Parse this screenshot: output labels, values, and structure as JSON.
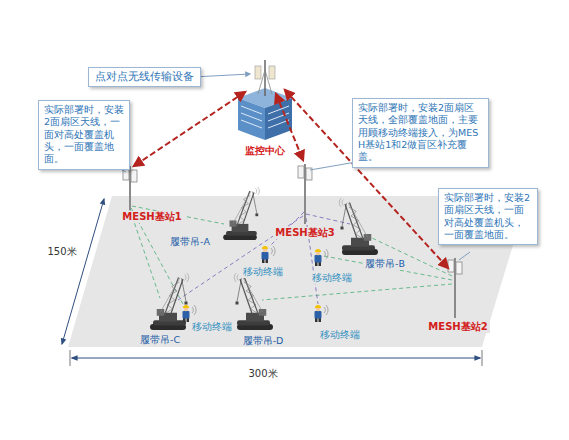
{
  "diagram": {
    "nodes": [
      {
        "text": [
          "点对点无线传输设备"
        ]
      },
      {
        "text": [
          "实际部署时，安装2面扇区天线，一面对高处覆盖机头，一面覆盖地面。"
        ]
      },
      {
        "text": [
          "实际部署时，安装2面扇区天线，全部覆盖地面，主要用顾移动终端接入，为MESH基站1和2做盲区补充覆盖。"
        ]
      },
      {
        "text": [
          "实际部署时，安装2面扇区天线，一面对高处覆盖机头，一面覆盖地面。"
        ]
      }
    ],
    "labels": [
      "监控中心",
      "MESH基站1",
      "MESH基站3",
      "MESH基站2",
      "履带吊-A",
      "履带吊-B",
      "履带吊-C",
      "履带吊-D",
      "移动终端",
      "移动终端",
      "移动终端",
      "移动终端",
      "150米",
      "300米"
    ]
  }
}
